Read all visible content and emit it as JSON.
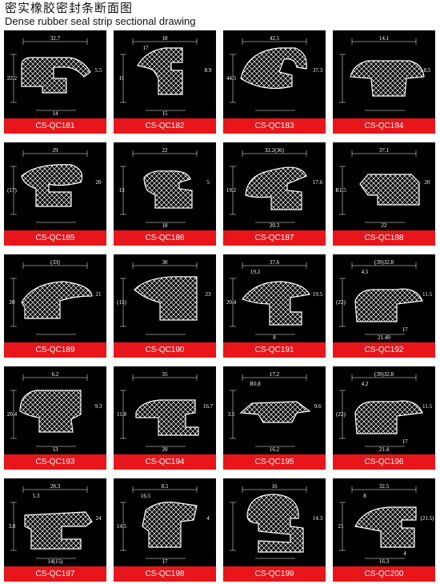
{
  "header": {
    "title_cn": "密实橡胶密封条断面图",
    "title_en": "Dense rubber seal strip sectional drawing"
  },
  "colors": {
    "label_bg": "#e8151b",
    "card_bg": "#000000",
    "line": "#ffffff"
  },
  "items": [
    {
      "code": "CS-QC181",
      "dims": [
        "32.7",
        "5.5",
        "22.2",
        "14"
      ]
    },
    {
      "code": "CS-QC182",
      "dims": [
        "18",
        "8.9",
        "11",
        "15",
        "17"
      ]
    },
    {
      "code": "CS-QC183",
      "dims": [
        "42.5",
        "37.3",
        "44.5"
      ]
    },
    {
      "code": "CS-QC184",
      "dims": [
        "14.1",
        "8.5"
      ]
    },
    {
      "code": "CS-QC185",
      "dims": [
        "29",
        "20",
        "(17)"
      ]
    },
    {
      "code": "CS-QC186",
      "dims": [
        "22",
        "5",
        "13",
        "18"
      ]
    },
    {
      "code": "CS-QC187",
      "dims": [
        "32.2(36)",
        "17.6",
        "19.2",
        "20.3"
      ]
    },
    {
      "code": "CS-QC188",
      "dims": [
        "37.1",
        "20",
        "R1.5",
        "22"
      ]
    },
    {
      "code": "CS-QC189",
      "dims": [
        "(33)",
        "21",
        "20"
      ]
    },
    {
      "code": "CS-QC190",
      "dims": [
        "30",
        "23",
        "(15)"
      ]
    },
    {
      "code": "CS-QC191",
      "dims": [
        "37.6",
        "19.5",
        "20.4",
        "8",
        "19.2"
      ]
    },
    {
      "code": "CS-QC192",
      "dims": [
        "(39)32.8",
        "11.5",
        "(22)",
        "21.40",
        "4.5",
        "17"
      ]
    },
    {
      "code": "CS-QC193",
      "dims": [
        "6.2",
        "9.3",
        "20.4",
        "13"
      ]
    },
    {
      "code": "CS-QC194",
      "dims": [
        "35",
        "16.7",
        "11.8",
        "20"
      ]
    },
    {
      "code": "CS-QC195",
      "dims": [
        "17.2",
        "9.6",
        "3.5",
        "16.2",
        "R0.8"
      ]
    },
    {
      "code": "CS-QC196",
      "dims": [
        "(39)32.8",
        "11.5",
        "(22)",
        "21.4",
        "4.2",
        "17"
      ]
    },
    {
      "code": "CS-QC197",
      "dims": [
        "28.3",
        "24",
        "3.8",
        "14(15)",
        "5.3"
      ]
    },
    {
      "code": "CS-QC198",
      "dims": [
        "8.5",
        "4",
        "14.5",
        "17",
        "16.5"
      ]
    },
    {
      "code": "CS-QC199",
      "dims": [
        "16",
        "14.3"
      ]
    },
    {
      "code": "CS-QC200",
      "dims": [
        "32.5",
        "(21.5)",
        "21",
        "16.3",
        "8",
        "4"
      ]
    }
  ]
}
